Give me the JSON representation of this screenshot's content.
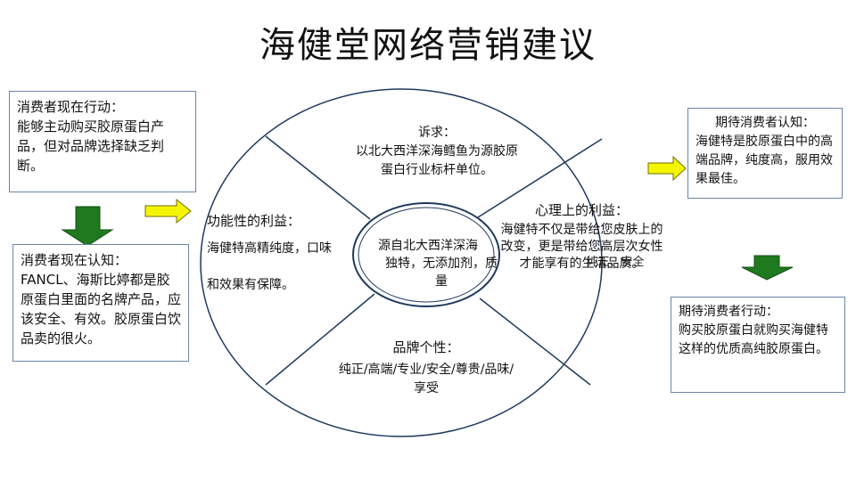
{
  "title": "海健堂网络营销建议",
  "boxes": {
    "consumer_action_now": {
      "heading": "消费者现在行动：",
      "body": "能够主动购买胶原蛋白产品，但对品牌选择缺乏判断。"
    },
    "consumer_cognition_now": {
      "heading": "消费者现在认知：",
      "body": "FANCL、海斯比婷都是胶原蛋白里面的名牌产品，应该安全、有效。胶原蛋白饮品卖的很火。"
    },
    "expected_cognition": {
      "heading": "期待消费者认知：",
      "body": "海健特是胶原蛋白中的高端品牌，纯度高，服用效果最佳。"
    },
    "expected_action": {
      "heading": "期待消费者行动：",
      "body": "购买胶原蛋白就购买海健特这样的优质高纯胶原蛋白。"
    }
  },
  "ellipse": {
    "appeal": {
      "heading": "诉求：",
      "body": "以北大西洋深海鳕鱼为源胶原蛋白行业标杆单位。"
    },
    "functional": {
      "heading": "功能性的利益：",
      "line1": "海健特高精纯度，口味",
      "line2": "和效果有保障。"
    },
    "psychological": {
      "heading": "心理上的利益：",
      "body": "海健特不仅是带给您皮肤上的改变，更是带给您高层次女性才能享有的生活品质。",
      "overlay": "纯正、安全"
    },
    "brand": {
      "heading": "品牌个性：",
      "body": "纯正/高端/专业/安全/尊贵/品味/享受"
    },
    "center": {
      "line1": "源自北大西洋深海",
      "line2": "独特，无添加剂，质量"
    }
  },
  "colors": {
    "box_border": "#6a86a8",
    "arrow_yellow": "#f5f500",
    "arrow_green": "#1f7a1f",
    "outline": "#1f3a5f"
  }
}
